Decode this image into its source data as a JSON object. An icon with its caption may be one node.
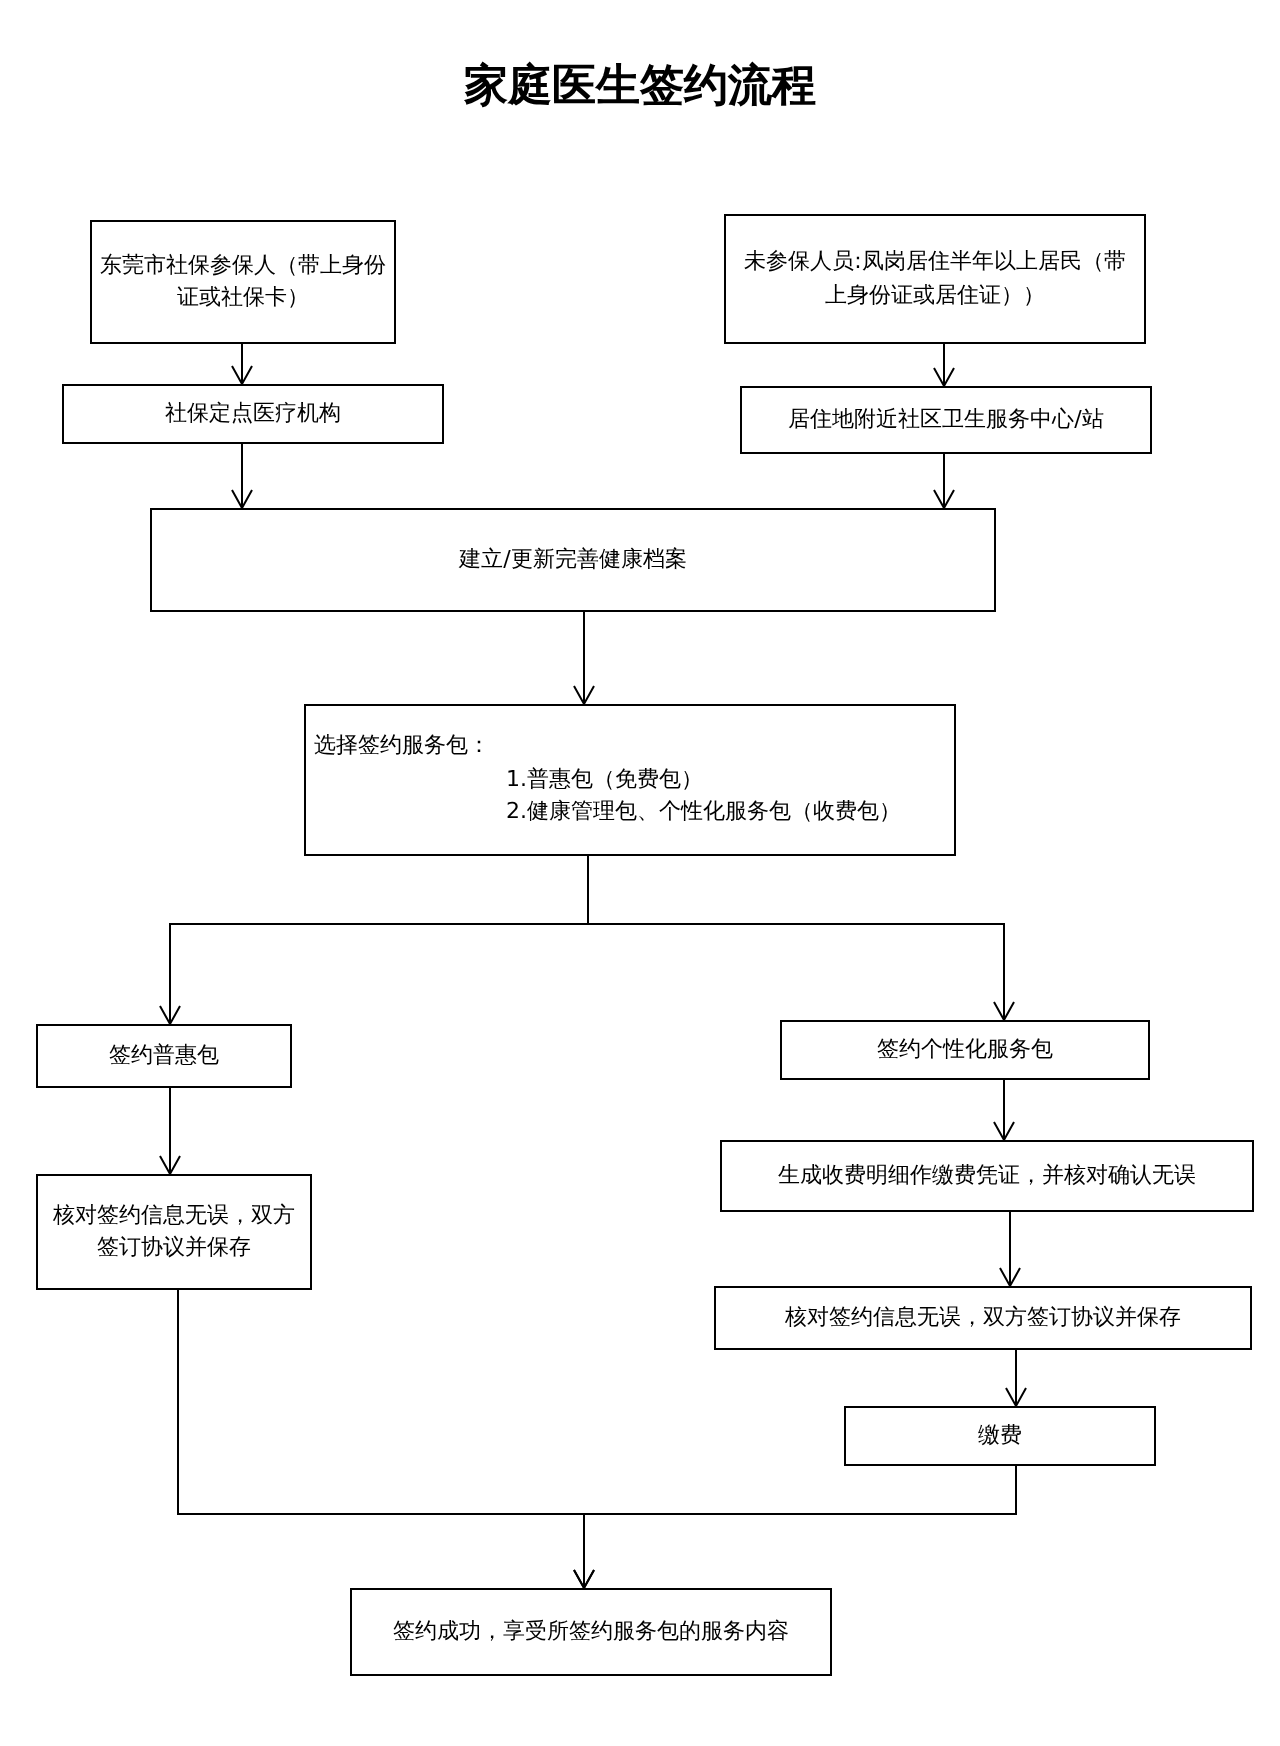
{
  "diagram": {
    "title": "家庭医生签约流程",
    "nodes": [
      {
        "text": [
          "东莞市社保参保人（带上身份证或社保卡）"
        ]
      },
      {
        "text": [
          "社保定点医疗机构"
        ]
      },
      {
        "text": [
          "未参保人员:凤岗居住半年以上居民（带上身份证或居住证））"
        ]
      },
      {
        "text": [
          "居住地附近社区卫生服务中心/站"
        ]
      },
      {
        "text": [
          "建立/更新完善健康档案"
        ]
      },
      {
        "text": [
          "选择签约服务包：",
          "1.普惠包（免费包）",
          "2.健康管理包、个性化服务包（收费包）"
        ]
      },
      {
        "text": [
          "签约普惠包"
        ]
      },
      {
        "text": [
          "核对签约信息无误，双方签订协议并保存"
        ]
      },
      {
        "text": [
          "签约个性化服务包"
        ]
      },
      {
        "text": [
          "生成收费明细作缴费凭证，并核对确认无误"
        ]
      },
      {
        "text": [
          "核对签约信息无误，双方签订协议并保存"
        ]
      },
      {
        "text": [
          "缴费"
        ]
      },
      {
        "text": [
          "签约成功，享受所签约服务包的服务内容"
        ]
      }
    ],
    "edges": [
      {
        "from": 0,
        "to": 1,
        "arrow": "to"
      },
      {
        "from": 2,
        "to": 3,
        "arrow": "to"
      },
      {
        "from": 1,
        "to": 4,
        "arrow": "to"
      },
      {
        "from": 3,
        "to": 4,
        "arrow": "to"
      },
      {
        "from": 4,
        "to": 5,
        "arrow": "to"
      },
      {
        "from": 5,
        "to": 6,
        "arrow": "to"
      },
      {
        "from": 5,
        "to": 8,
        "arrow": "to"
      },
      {
        "from": 6,
        "to": 7,
        "arrow": "to"
      },
      {
        "from": 8,
        "to": 9,
        "arrow": "to"
      },
      {
        "from": 9,
        "to": 10,
        "arrow": "to"
      },
      {
        "from": 10,
        "to": 11,
        "arrow": "to"
      },
      {
        "from": 7,
        "to": 12,
        "arrow": "to"
      },
      {
        "from": 11,
        "to": 12,
        "arrow": "to"
      }
    ]
  }
}
